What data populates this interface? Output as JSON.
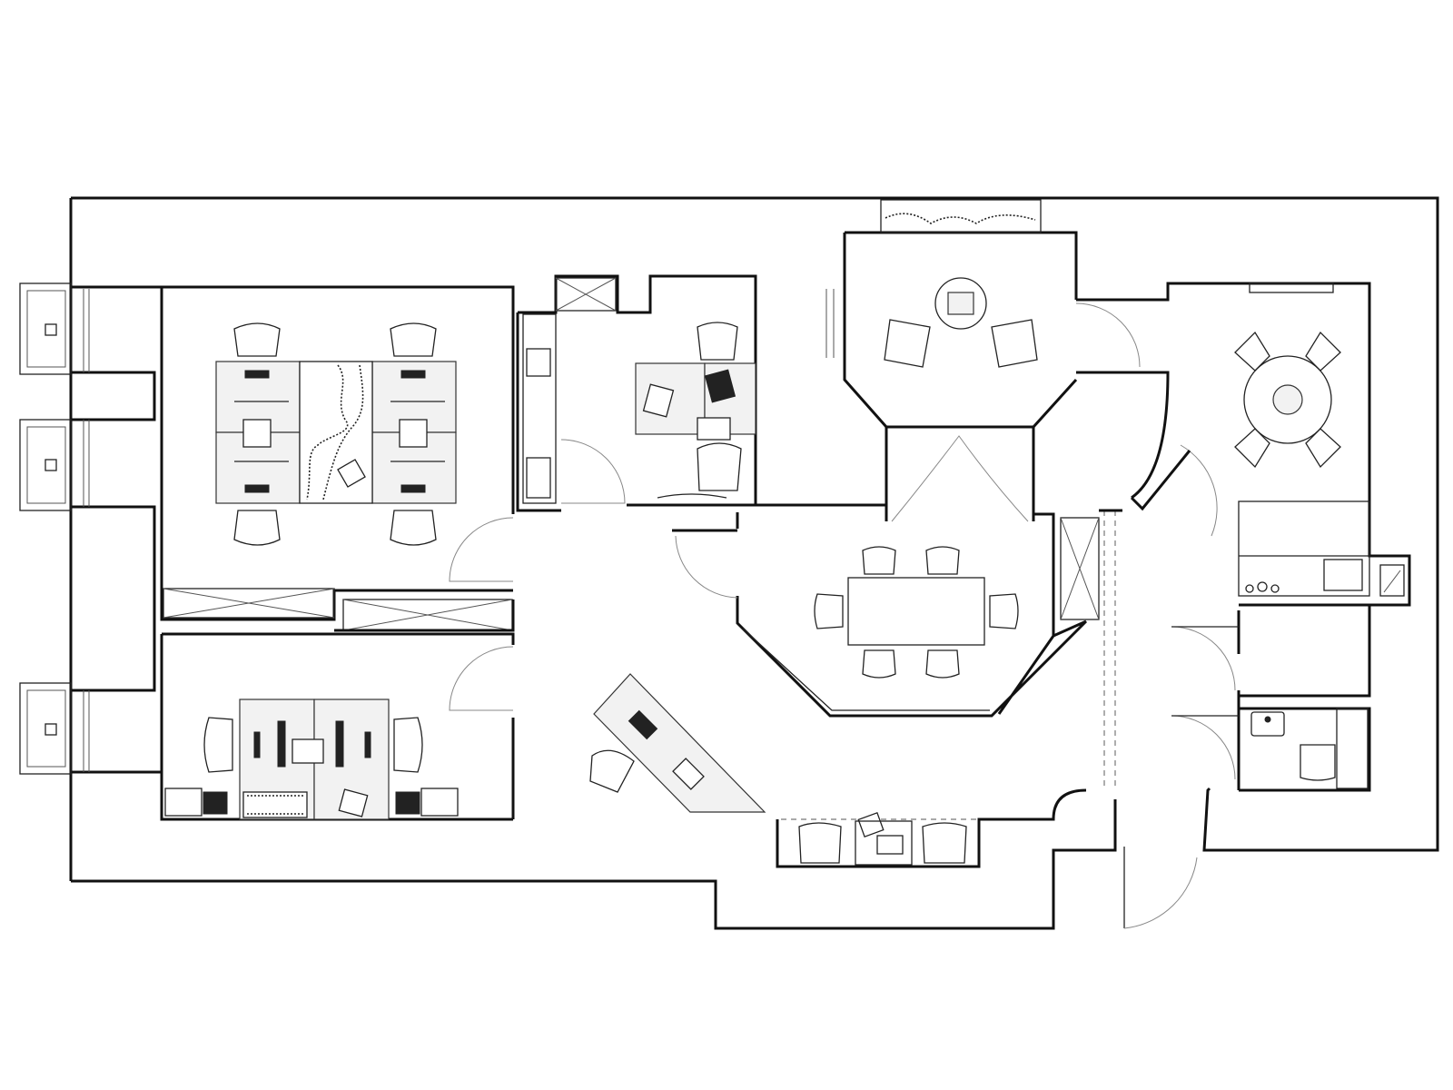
{
  "drawing": {
    "kind": "office floor plan",
    "labels": []
  },
  "rooms": [
    {
      "id": "open-office-west",
      "furniture": [
        "four-desk-cluster",
        "planter",
        "storage-cabinets"
      ]
    },
    {
      "id": "small-office",
      "furniture": [
        "desk",
        "chairs"
      ]
    },
    {
      "id": "meeting-alcove",
      "furniture": [
        "round-table",
        "armchairs"
      ]
    },
    {
      "id": "kitchen-lounge",
      "furniture": [
        "round-table",
        "chairs",
        "kitchenette"
      ]
    },
    {
      "id": "reception-conference",
      "furniture": [
        "conference-table",
        "reception-desk",
        "waiting-chairs"
      ]
    },
    {
      "id": "south-office",
      "furniture": [
        "desks",
        "planter",
        "filing"
      ]
    },
    {
      "id": "restroom",
      "furniture": [
        "toilet",
        "sink"
      ]
    }
  ],
  "colors": {
    "wall": "#111111",
    "line": "#222222",
    "door_swing": "#888888",
    "background": "#ffffff"
  }
}
